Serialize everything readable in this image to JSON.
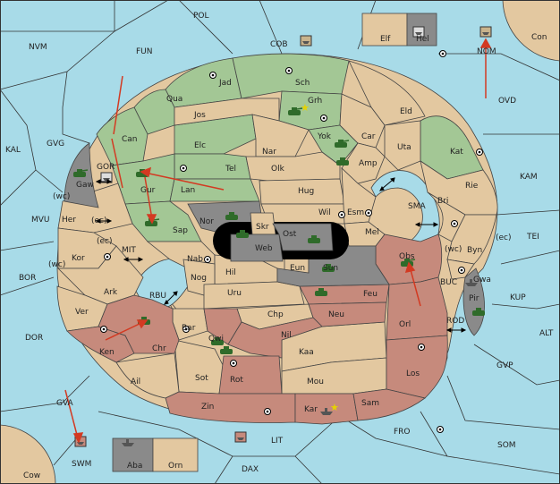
{
  "colors": {
    "sea": "#a8dbe8",
    "neutral": "#e3c8a0",
    "green": "#a3c795",
    "red": "#c68a7c",
    "gray": "#8a8a8a",
    "black": "#000000",
    "arrow": "#d33a22"
  },
  "sea_labels": {
    "pol": "POL",
    "nvm": "NVM",
    "fun": "FUN",
    "cob": "COB",
    "nom": "NOM",
    "con": "Con",
    "ovd": "OVD",
    "kal": "KAL",
    "gvg": "GVG",
    "gor": "GOR",
    "kam": "KAM",
    "mvu": "MVU",
    "wc1": "(wc)",
    "ec1": "(ec)",
    "mit": "MIT",
    "sma": "SMA",
    "tei": "TEI",
    "bor": "BOR",
    "wc2": "(wc)",
    "ec2": "(ec)",
    "rbu": "RBU",
    "buc": "BUC",
    "kup": "KUP",
    "rod": "ROD",
    "dor": "DOR",
    "alt": "ALT",
    "gvp": "GVP",
    "gva": "GVA",
    "fro": "FRO",
    "som": "SOM",
    "lit": "LIT",
    "swm": "SWM",
    "dax": "DAX",
    "cow": "Cow",
    "wc3": "(wc)",
    "ec3": "(ec)"
  },
  "land_labels": {
    "elf": "Elf",
    "hel": "Hel",
    "jad": "Jad",
    "sch": "Sch",
    "qua": "Qua",
    "jos": "Jos",
    "grh": "Grh",
    "eld": "Eld",
    "can": "Can",
    "yok": "Yok",
    "car": "Car",
    "uta": "Uta",
    "kat": "Kat",
    "elc": "Elc",
    "nar": "Nar",
    "amp": "Amp",
    "tel": "Tel",
    "olk": "Olk",
    "gaw": "Gaw",
    "gur": "Gur",
    "lan": "Lan",
    "hug": "Hug",
    "rie": "Rie",
    "bri": "Bri",
    "her": "Her",
    "nor": "Nor",
    "wil": "Wil",
    "esm": "Esm",
    "sap": "Sap",
    "skr": "Skr",
    "ost": "Ost",
    "mel": "Mel",
    "byn": "Byn",
    "web": "Web",
    "kor": "Kor",
    "nab": "Nab",
    "obs": "Obs",
    "eun": "Eun",
    "sun": "Sun",
    "hil": "Hil",
    "gwa": "Gwa",
    "ark": "Ark",
    "nog": "Nog",
    "uru": "Uru",
    "feu": "Feu",
    "pir": "Pir",
    "ver": "Ver",
    "orl": "Orl",
    "chp": "Chp",
    "neu": "Neu",
    "bar": "Bar",
    "qwi": "Qwi",
    "ken": "Ken",
    "chr": "Chr",
    "nil": "Nil",
    "kaa": "Kaa",
    "los": "Los",
    "sot": "Sot",
    "rot": "Rot",
    "ail": "Ail",
    "mou": "Mou",
    "zin": "Zin",
    "sam": "Sam",
    "kar": "Kar",
    "aba": "Aba",
    "orn": "Orn"
  }
}
